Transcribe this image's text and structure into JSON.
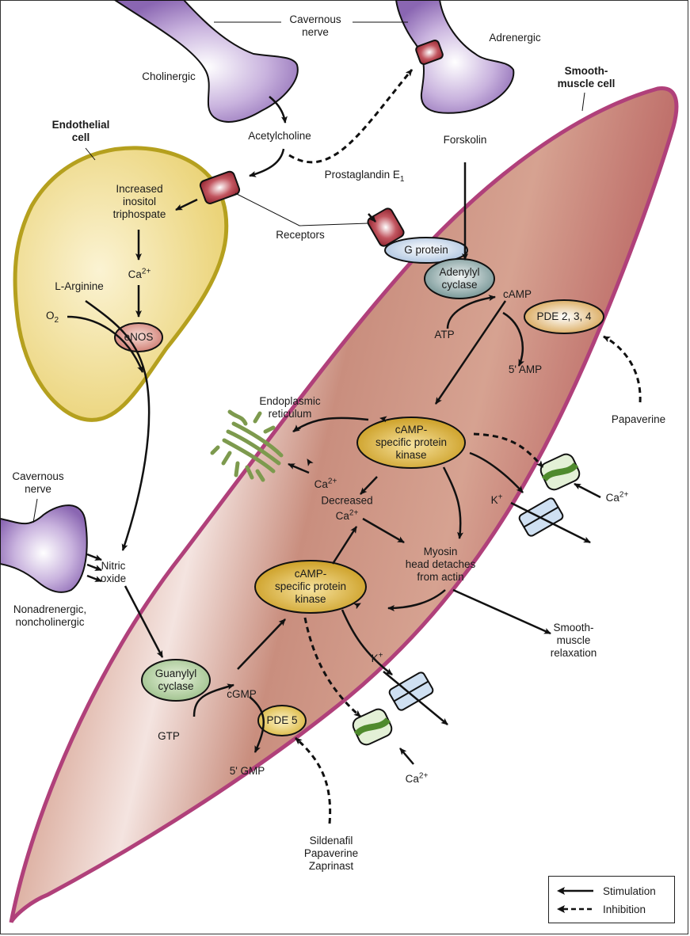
{
  "labels": {
    "cavernous_nerve_top": "Cavernous\nnerve",
    "cholinergic": "Cholinergic",
    "adrenergic": "Adrenergic",
    "acetylcholine": "Acetylcholine",
    "endothelial_cell": "Endothelial\ncell",
    "smooth_muscle_cell": "Smooth-\nmuscle cell",
    "forskolin": "Forskolin",
    "prostaglandin": "Prostaglandin E",
    "prostaglandin_sub": "1",
    "receptors": "Receptors",
    "increased_ip3": "Increased\ninositol\ntriphospate",
    "ca": "Ca",
    "ca_sup": "2+",
    "l_arginine": "L-Arginine",
    "o2": "O",
    "o2_sub": "2",
    "enos": "eNOS",
    "g_protein": "G protein",
    "adenylyl_cyclase": "Adenylyl\ncyclase",
    "camp": "cAMP",
    "atp": "ATP",
    "pde234": "PDE 2, 3, 4",
    "five_amp": "5' AMP",
    "papaverine": "Papaverine",
    "endoplasmic_reticulum": "Endoplasmic\nreticulum",
    "camp_kinase": "cAMP-\nspecific protein\nkinase",
    "decreased": "Decreased",
    "k": "K",
    "k_sup": "+",
    "myosin": "Myosin\nhead detaches\nfrom actin",
    "cavernous_nerve_left": "Cavernous\nnerve",
    "nitric_oxide": "Nitric\noxide",
    "nanc": "Nonadrenergic,\nnoncholinergic",
    "smooth_muscle_relaxation": "Smooth-\nmuscle\nrelaxation",
    "guanylyl_cyclase": "Guanylyl\ncyclase",
    "cgmp": "cGMP",
    "gtp": "GTP",
    "pde5": "PDE 5",
    "five_gmp": "5' GMP",
    "pde5_inhibitors": "Sildenafil\nPapaverine\nZaprinast"
  },
  "legend": {
    "stimulation": "Stimulation",
    "inhibition": "Inhibition"
  },
  "colors": {
    "nerve": "#9b7bbf",
    "endothelial_fill": "#f0dc8a",
    "endothelial_border": "#b5a01e",
    "smooth_muscle_fill": "#d49a88",
    "smooth_muscle_border": "#b0407a",
    "receptor": "#b8434d",
    "kinase": "#d9ad2a",
    "channel_green": "#8fc06a",
    "channel_blue": "#cfe0f2",
    "er_green": "#7d9a4e"
  }
}
